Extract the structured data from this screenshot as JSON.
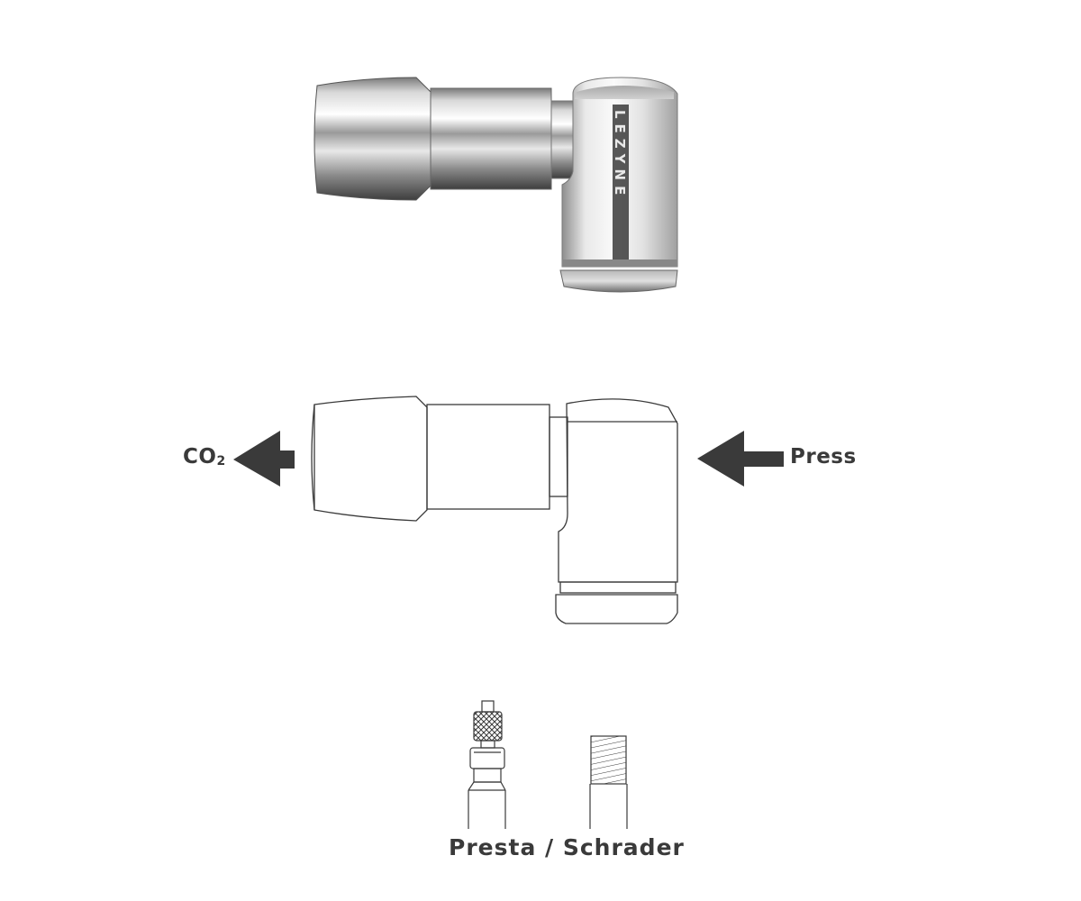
{
  "product_photo": {
    "description": "Chrome CO2 inflator head, angled",
    "brand_mark": "LEZYNE"
  },
  "diagram": {
    "co2_label_main": "CO",
    "co2_label_sub": "2",
    "press_label": "Press",
    "arrow_color": "#3a3a3a",
    "line_color": "#3a3a3a"
  },
  "valves": {
    "label": "Presta / Schrader",
    "items": [
      {
        "name": "Presta"
      },
      {
        "name": "Schrader"
      }
    ]
  }
}
